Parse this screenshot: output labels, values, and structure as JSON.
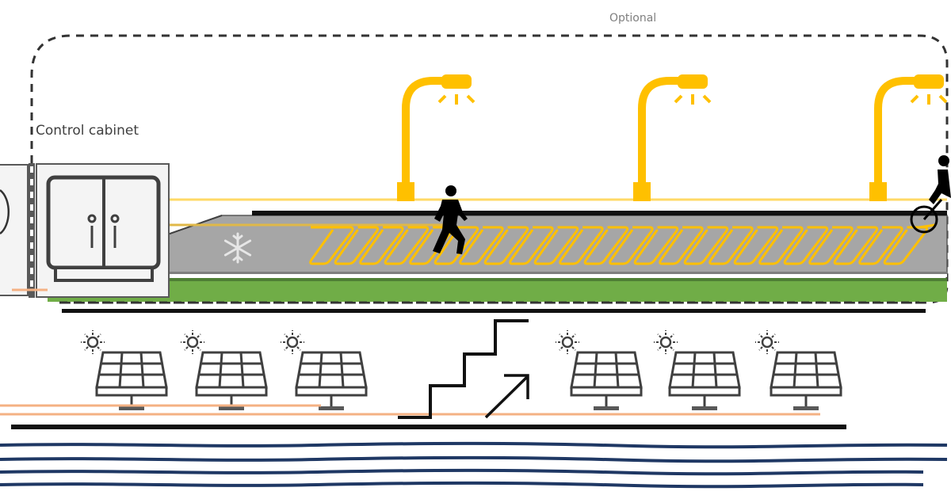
{
  "labels": {
    "optional": "Optional",
    "control_cabinet": "Control cabinet"
  },
  "components": {
    "street_lights": 3,
    "solar_panels": 6,
    "pedestrians": 1,
    "cyclists": 1,
    "water_lines": 4
  },
  "icons": {
    "cabinet": "control-cabinet-icon",
    "snowflake": "snowflake-icon",
    "street_light": "street-light-icon",
    "pedestrian": "pedestrian-icon",
    "cyclist": "cyclist-icon",
    "solar_panel": "solar-panel-icon",
    "sun": "sun-icon",
    "steps": "step-increase-icon",
    "arrow": "diagonal-arrow-icon",
    "water": "water-waves-icon",
    "battery": "storage-unit-icon"
  },
  "colors": {
    "lamp_yellow": "#FFC000",
    "lamp_cable": "#FFD966",
    "heating_coil": "#FFC000",
    "road_gray": "#A6A6A6",
    "grass_green": "#70AD47",
    "power_orange": "#F4B183",
    "water_blue": "#1F3864",
    "outline_dark": "#404040",
    "dashed_border": "#333333"
  }
}
